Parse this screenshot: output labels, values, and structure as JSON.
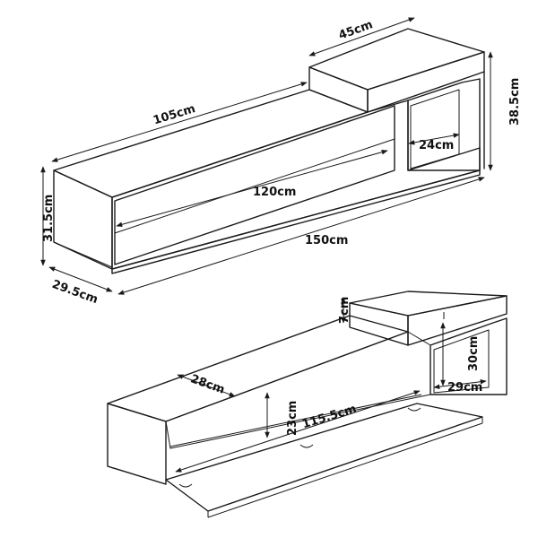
{
  "colors": {
    "line": "#1a1a1a",
    "text": "#111111",
    "background": "#ffffff"
  },
  "top_view": {
    "width_top_box": "45cm",
    "length_open_shelf": "105cm",
    "height_right": "38.5cm",
    "compartment_width": "24cm",
    "drawer_width": "120cm",
    "height_left": "31.5cm",
    "total_length": "150cm",
    "depth": "29.5cm"
  },
  "bottom_view": {
    "box_height": "7cm",
    "compartment_height": "30cm",
    "inner_depth": "28cm",
    "inner_height": "23cm",
    "inner_width": "115.5cm",
    "compartment_depth": "29cm"
  }
}
